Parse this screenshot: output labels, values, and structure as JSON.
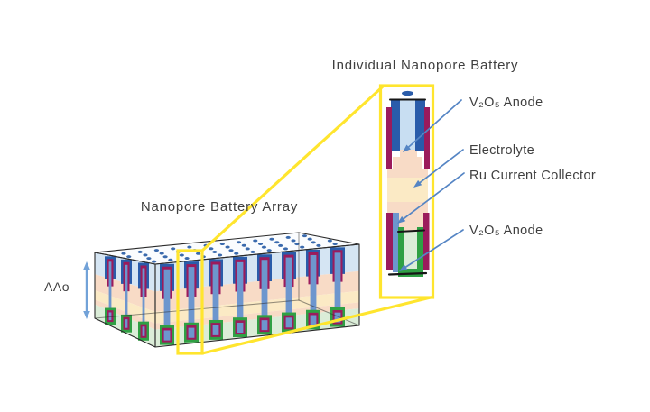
{
  "titles": {
    "individual": "Individual Nanopore Battery",
    "array": "Nanopore Battery Array",
    "height_label": "AAo"
  },
  "labels": [
    {
      "text": "V₂O₅ Anode"
    },
    {
      "text": "Electrolyte"
    },
    {
      "text": "Ru Current Collector"
    },
    {
      "text": "V₂O₅ Anode"
    }
  ],
  "colors": {
    "highlight": "#FFE52E",
    "outline": "#2a2a2a",
    "band_light_blue": "#D5E5F3",
    "band_peach": "#F8DBC6",
    "band_cream": "#FBEAC5",
    "band_light_green": "#DBEDD8",
    "top_face": "#FAFCFE",
    "pore_dot": "#3A6AAD",
    "cap_dark_blue": "#2A5CAA",
    "stem_blue": "#6D96CE",
    "magenta": "#9B1B5C",
    "green": "#2FA044",
    "pale_channel": "#C8DEF2",
    "contact_black": "#161616",
    "arrow_blue": "#5585C4",
    "dim_arrow": "#72A2D8",
    "text": "#3f3f3f"
  }
}
